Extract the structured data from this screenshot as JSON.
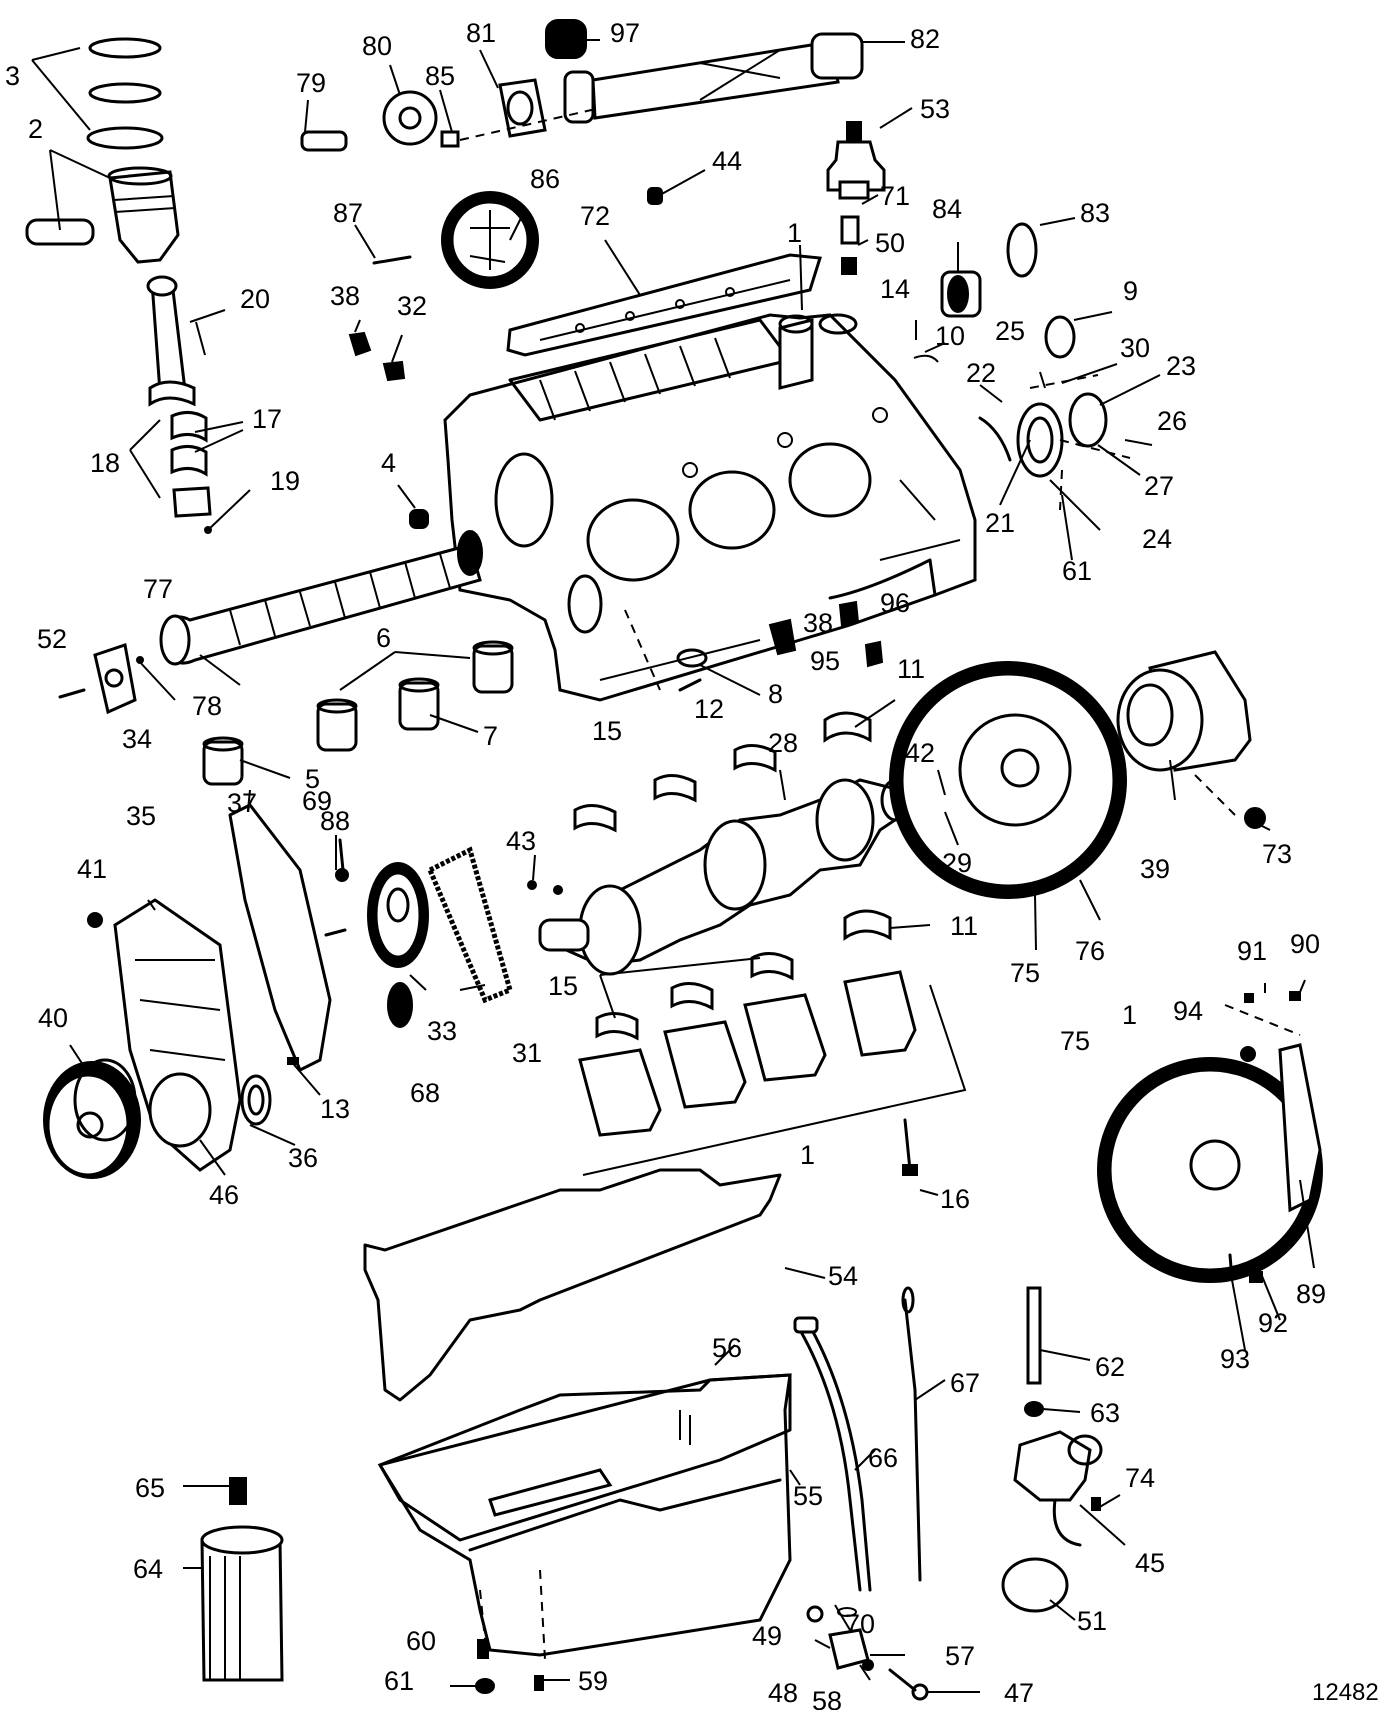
{
  "figure_number": "12482",
  "callouts": [
    "1",
    "1",
    "1",
    "2",
    "3",
    "4",
    "5",
    "6",
    "7",
    "8",
    "9",
    "10",
    "11",
    "11",
    "12",
    "13",
    "14",
    "15",
    "15",
    "16",
    "17",
    "18",
    "19",
    "20",
    "21",
    "22",
    "23",
    "24",
    "25",
    "26",
    "27",
    "28",
    "29",
    "30",
    "31",
    "32",
    "33",
    "34",
    "35",
    "36",
    "37",
    "38",
    "38",
    "39",
    "40",
    "41",
    "42",
    "43",
    "44",
    "45",
    "46",
    "47",
    "48",
    "49",
    "50",
    "51",
    "52",
    "53",
    "54",
    "55",
    "56",
    "57",
    "58",
    "59",
    "60",
    "61",
    "61",
    "62",
    "63",
    "64",
    "65",
    "66",
    "67",
    "68",
    "69",
    "70",
    "71",
    "72",
    "73",
    "74",
    "75",
    "75",
    "76",
    "77",
    "78",
    "79",
    "80",
    "81",
    "82",
    "83",
    "84",
    "85",
    "86",
    "87",
    "88",
    "89",
    "90",
    "91",
    "92",
    "93",
    "94",
    "95",
    "96",
    "97"
  ]
}
